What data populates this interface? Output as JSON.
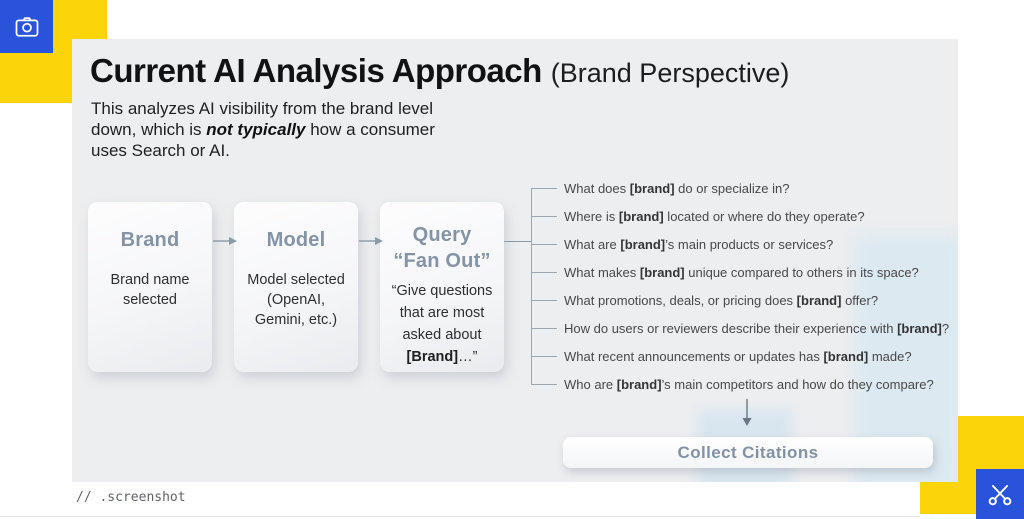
{
  "colors": {
    "accent_blue": "#2A53DB",
    "accent_yellow": "#FBD509",
    "slide_background": "#EDEEF0",
    "heading_slate": "#8494A6",
    "line_slate": "#9AA7B3"
  },
  "caption": {
    "text": "// .screenshot"
  },
  "slide": {
    "title": "Current AI Analysis Approach",
    "title_suffix": "(Brand Perspective)",
    "intro": {
      "l1": "This analyzes AI visibility from the brand level",
      "l2a": "down, which is ",
      "l2b": "not typically",
      "l2c": " how a consumer",
      "l3": "uses Search or AI."
    },
    "cards": [
      {
        "heading": "Brand",
        "line1": "Brand name",
        "line2": "selected"
      },
      {
        "heading": "Model",
        "line1": "Model selected",
        "line2": "(OpenAI,",
        "line3": "Gemini, etc.)"
      },
      {
        "heading1": "Query",
        "heading2": "“Fan Out”",
        "body1": "“Give questions",
        "body2": "that are most",
        "body3": "asked about",
        "body_bold": "[Brand]",
        "body_tail": "…”"
      }
    ],
    "questions": [
      {
        "pre": "What does ",
        "brand": "[brand]",
        "post": " do or specialize in?"
      },
      {
        "pre": "Where is ",
        "brand": "[brand]",
        "post": " located or where do they operate?"
      },
      {
        "pre": "What are ",
        "brand": "[brand]",
        "post": "’s main products or services?"
      },
      {
        "pre": "What makes ",
        "brand": "[brand]",
        "post": " unique compared to others in its space?"
      },
      {
        "pre": "What promotions, deals, or pricing does ",
        "brand": "[brand]",
        "post": " offer?"
      },
      {
        "pre": "How do users or reviewers describe their experience with ",
        "brand": "[brand]",
        "post": "?"
      },
      {
        "pre": "What recent announcements or updates has ",
        "brand": "[brand]",
        "post": " made?"
      },
      {
        "pre": "Who are ",
        "brand": "[brand]",
        "post": "’s main competitors and how do they compare?"
      }
    ],
    "citations_button": {
      "label": "Collect Citations"
    }
  }
}
